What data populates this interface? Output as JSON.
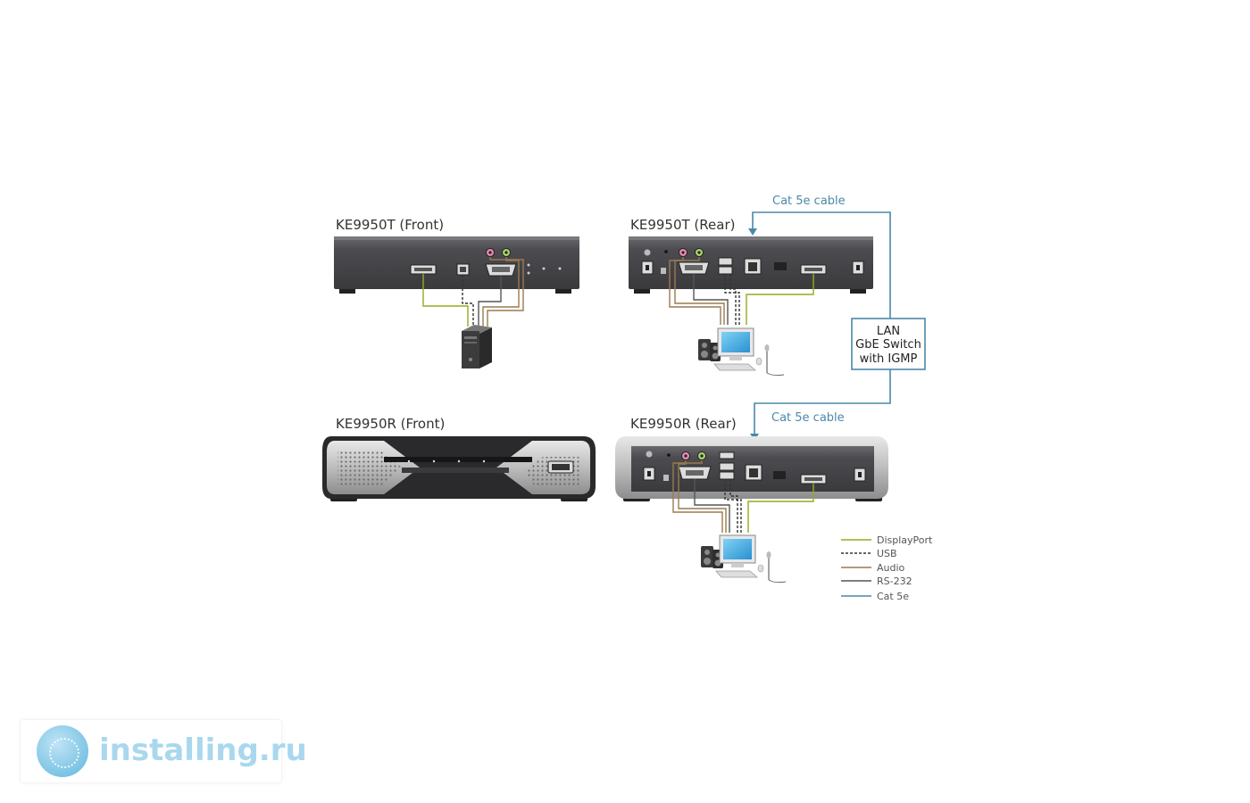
{
  "devices": {
    "tx_front": {
      "title": "KE9950T (Front)"
    },
    "tx_rear": {
      "title": "KE9950T (Rear)"
    },
    "rx_front": {
      "title": "KE9950R (Front)"
    },
    "rx_rear": {
      "title": "KE9950R (Rear)"
    }
  },
  "cables": {
    "top_label": "Cat 5e cable",
    "bottom_label": "Cat 5e cable"
  },
  "lan_switch": {
    "lines": [
      "LAN",
      "GbE Switch",
      "with IGMP"
    ]
  },
  "legend": {
    "items": [
      {
        "label": "DisplayPort",
        "color": "#8fae1b",
        "style": "solid"
      },
      {
        "label": "USB",
        "color": "#333333",
        "style": "dashed"
      },
      {
        "label": "Audio",
        "color": "#9a7a50",
        "style": "solid"
      },
      {
        "label": "RS-232",
        "color": "#555555",
        "style": "solid"
      },
      {
        "label": "Cat 5e",
        "color": "#4a89a8",
        "style": "solid"
      }
    ]
  },
  "colors": {
    "device_body": "#4a4a4e",
    "cat5e": "#4a89a8",
    "displayport": "#8fae1b",
    "audio": "#9a7a50",
    "rs232": "#555555",
    "usb": "#333333"
  },
  "watermark": {
    "text": "installing.ru"
  }
}
